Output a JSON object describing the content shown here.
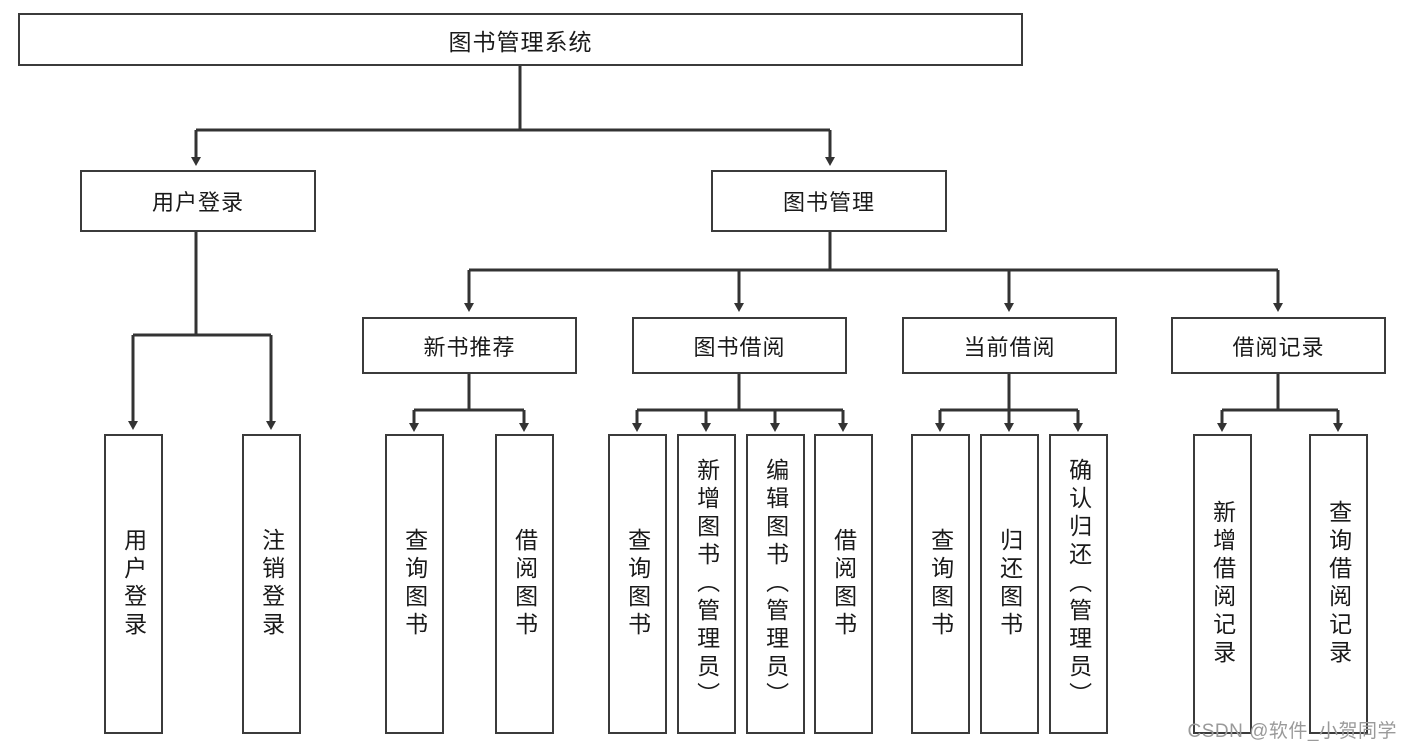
{
  "diagram": {
    "title": "图书管理系统",
    "type": "tree",
    "watermark": "CSDN @软件_小贺同学",
    "nodes": {
      "root": {
        "label": "图书管理系统",
        "level": 0,
        "orientation": "horizontal"
      },
      "l1": [
        {
          "id": "user_login",
          "label": "用户登录",
          "orientation": "horizontal"
        },
        {
          "id": "book_mgmt",
          "label": "图书管理",
          "orientation": "horizontal"
        }
      ],
      "l2": [
        {
          "id": "new_book_rec",
          "label": "新书推荐",
          "parent": "book_mgmt",
          "orientation": "horizontal"
        },
        {
          "id": "book_borrow",
          "label": "图书借阅",
          "parent": "book_mgmt",
          "orientation": "horizontal"
        },
        {
          "id": "current_borrow",
          "label": "当前借阅",
          "parent": "book_mgmt",
          "orientation": "horizontal"
        },
        {
          "id": "borrow_record",
          "label": "借阅记录",
          "parent": "book_mgmt",
          "orientation": "horizontal"
        }
      ],
      "leaves": [
        {
          "id": "leaf_user_login",
          "label": "用户登录",
          "parent": "user_login",
          "orientation": "vertical"
        },
        {
          "id": "leaf_user_logout",
          "label": "注销登录",
          "parent": "user_login",
          "orientation": "vertical"
        },
        {
          "id": "leaf_query_book_1",
          "label": "查询图书",
          "parent": "new_book_rec",
          "orientation": "vertical"
        },
        {
          "id": "leaf_borrow_book_1",
          "label": "借阅图书",
          "parent": "new_book_rec",
          "orientation": "vertical"
        },
        {
          "id": "leaf_query_book_2",
          "label": "查询图书",
          "parent": "book_borrow",
          "orientation": "vertical"
        },
        {
          "id": "leaf_add_book",
          "label": "新增图书（管理员）",
          "parent": "book_borrow",
          "orientation": "vertical"
        },
        {
          "id": "leaf_edit_book",
          "label": "编辑图书（管理员）",
          "parent": "book_borrow",
          "orientation": "vertical"
        },
        {
          "id": "leaf_borrow_book_2",
          "label": "借阅图书",
          "parent": "book_borrow",
          "orientation": "vertical"
        },
        {
          "id": "leaf_query_book_3",
          "label": "查询图书",
          "parent": "current_borrow",
          "orientation": "vertical"
        },
        {
          "id": "leaf_return_book",
          "label": "归还图书",
          "parent": "current_borrow",
          "orientation": "vertical"
        },
        {
          "id": "leaf_confirm_return",
          "label": "确认归还（管理员）",
          "parent": "current_borrow",
          "orientation": "vertical"
        },
        {
          "id": "leaf_add_record",
          "label": "新增借阅记录",
          "parent": "borrow_record",
          "orientation": "vertical"
        },
        {
          "id": "leaf_query_record",
          "label": "查询借阅记录",
          "parent": "borrow_record",
          "orientation": "vertical"
        }
      ]
    },
    "colors": {
      "border": "#3b3b3b",
      "fill": "#ffffff",
      "text": "#1a1a1a",
      "connector": "#333333",
      "watermark": "#9a9a9a"
    }
  }
}
